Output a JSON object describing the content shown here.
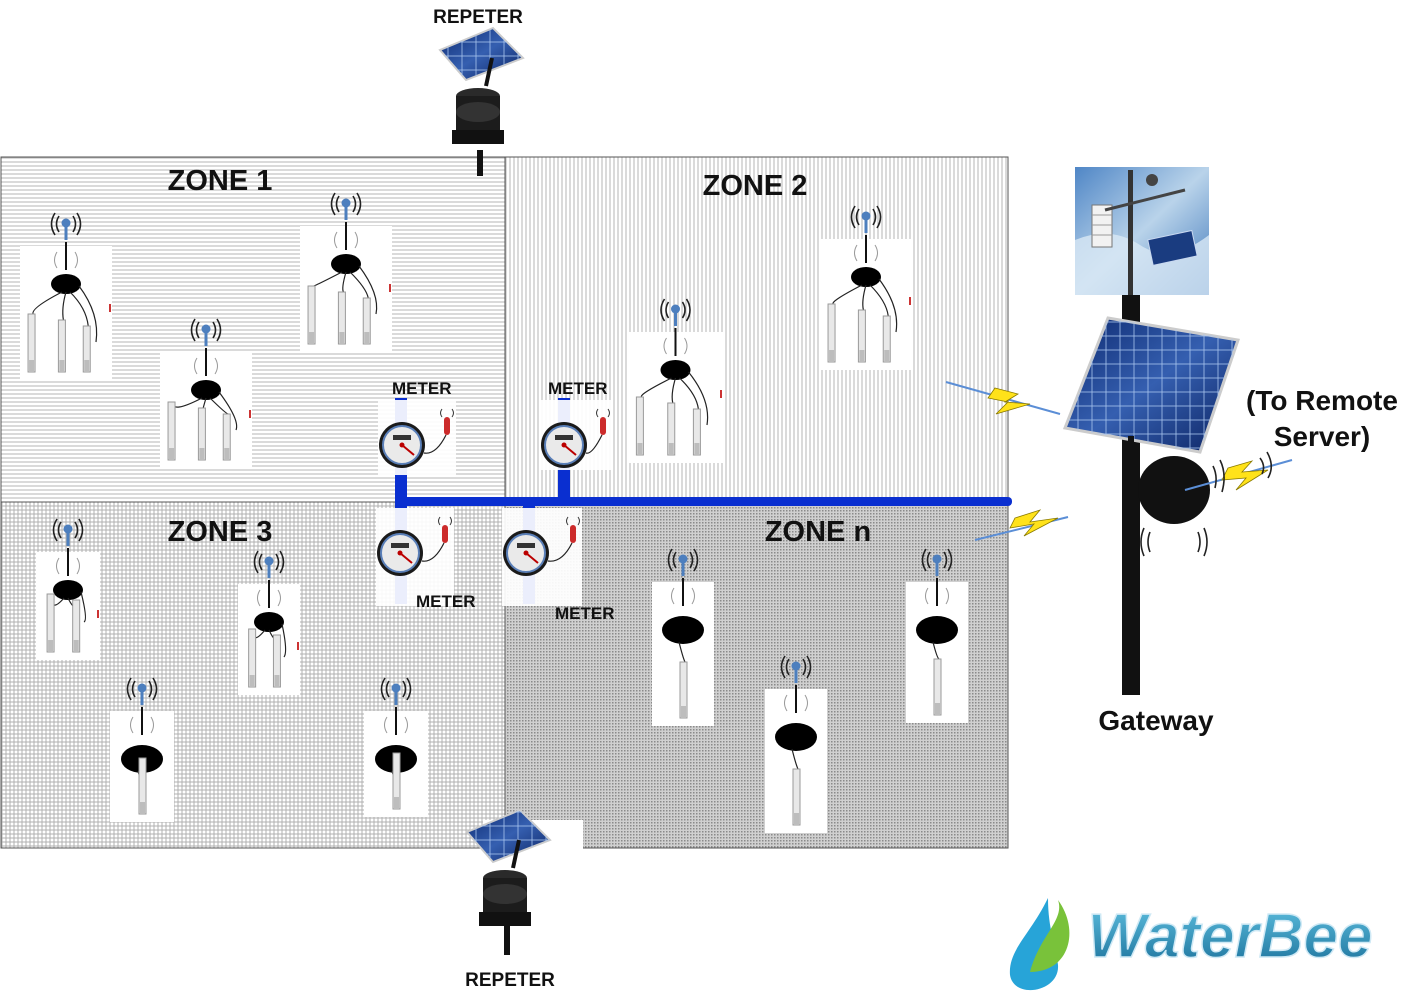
{
  "zones": [
    {
      "id": "zone-1",
      "title": "ZONE 1"
    },
    {
      "id": "zone-2",
      "title": "ZONE 2"
    },
    {
      "id": "zone-3",
      "title": "ZONE 3"
    },
    {
      "id": "zone-n",
      "title": "ZONE n"
    }
  ],
  "meters": {
    "zone1": "METER",
    "zone2": "METER",
    "zone3": "METER",
    "zonen": "METER"
  },
  "repeaters": {
    "top": "REPETER",
    "bottom": "REPETER"
  },
  "gateway": {
    "label": "Gateway",
    "remote_line1": "(To Remote",
    "remote_line2": "Server)"
  },
  "logo": {
    "text": "WaterBee"
  },
  "colors": {
    "pipe": "#0a2fd0",
    "signal": "#ffe21a",
    "logo_text": "#2e9ac2",
    "leaf": "#79c23a",
    "drop": "#27a4d8"
  }
}
